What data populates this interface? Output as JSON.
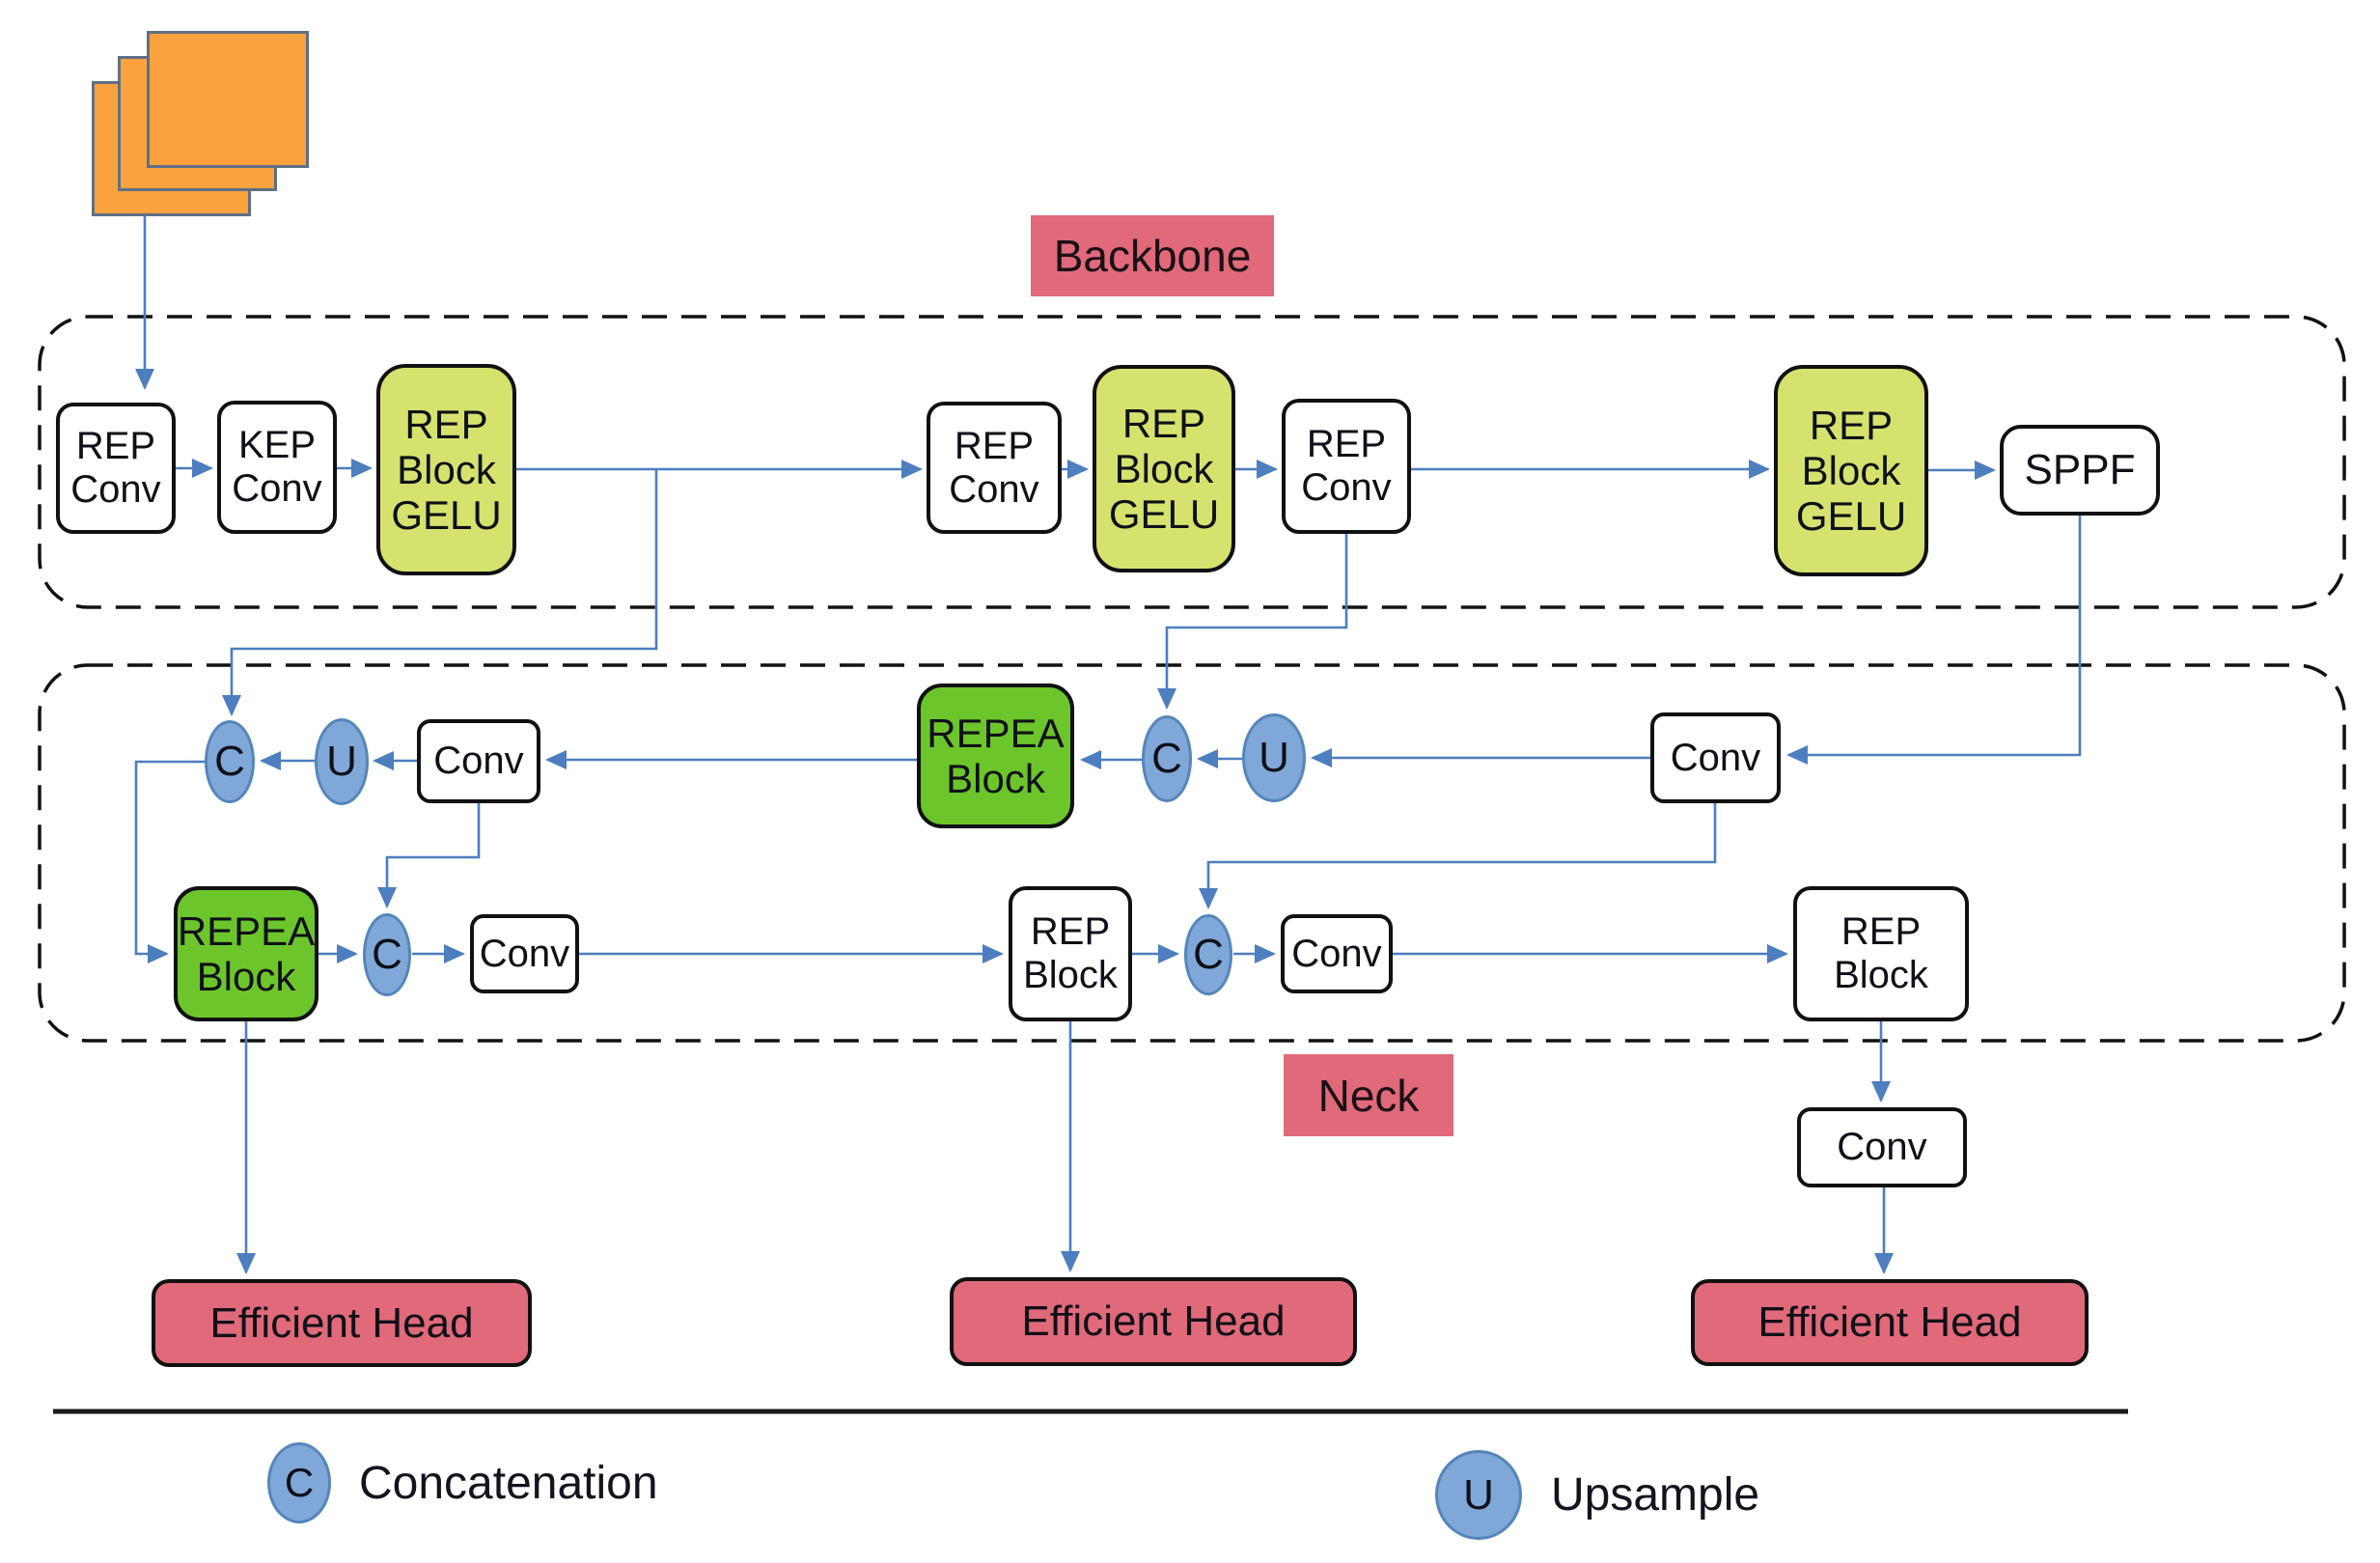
{
  "diagram": {
    "colors": {
      "wire_blue": "#4d7ebf",
      "circle_fill": "#7fa8d8",
      "gelu_green": "#d5e36e",
      "repea_green": "#6cc62b",
      "rose": "#e0697a",
      "input_orange": "#f9a23e"
    },
    "labels": {
      "backbone_tag": "Backbone",
      "neck_tag": "Neck"
    },
    "backbone": {
      "nodes": {
        "rep_conv_1": "REP\nConv",
        "kep_conv": "KEP\nConv",
        "rep_block_gelu_1": "REP\nBlock\nGELU",
        "rep_conv_2": "REP\nConv",
        "rep_block_gelu_2": "REP\nBlock\nGELU",
        "rep_conv_3": "REP\nConv",
        "rep_block_gelu_3": "REP\nBlock\nGELU",
        "sppf": "SPPF"
      }
    },
    "neck": {
      "row1": {
        "c1": "C",
        "u1": "U",
        "conv1": "Conv",
        "repea1": "REPEA\nBlock",
        "c2": "C",
        "u2": "U",
        "conv2": "Conv"
      },
      "row2": {
        "repea2": "REPEA\nBlock",
        "c3": "C",
        "conv3": "Conv",
        "rep_block_1": "REP\nBlock",
        "c4": "C",
        "conv4": "Conv",
        "rep_block_2": "REP\nBlock"
      },
      "conv_p5": "Conv"
    },
    "heads": {
      "head_p3": "Efficient Head",
      "head_p4": "Efficient Head",
      "head_p5": "Efficient Head"
    },
    "legend": {
      "concat_symbol": "C",
      "concat_label": "Concatenation",
      "upsample_symbol": "U",
      "upsample_label": "Upsample"
    }
  }
}
